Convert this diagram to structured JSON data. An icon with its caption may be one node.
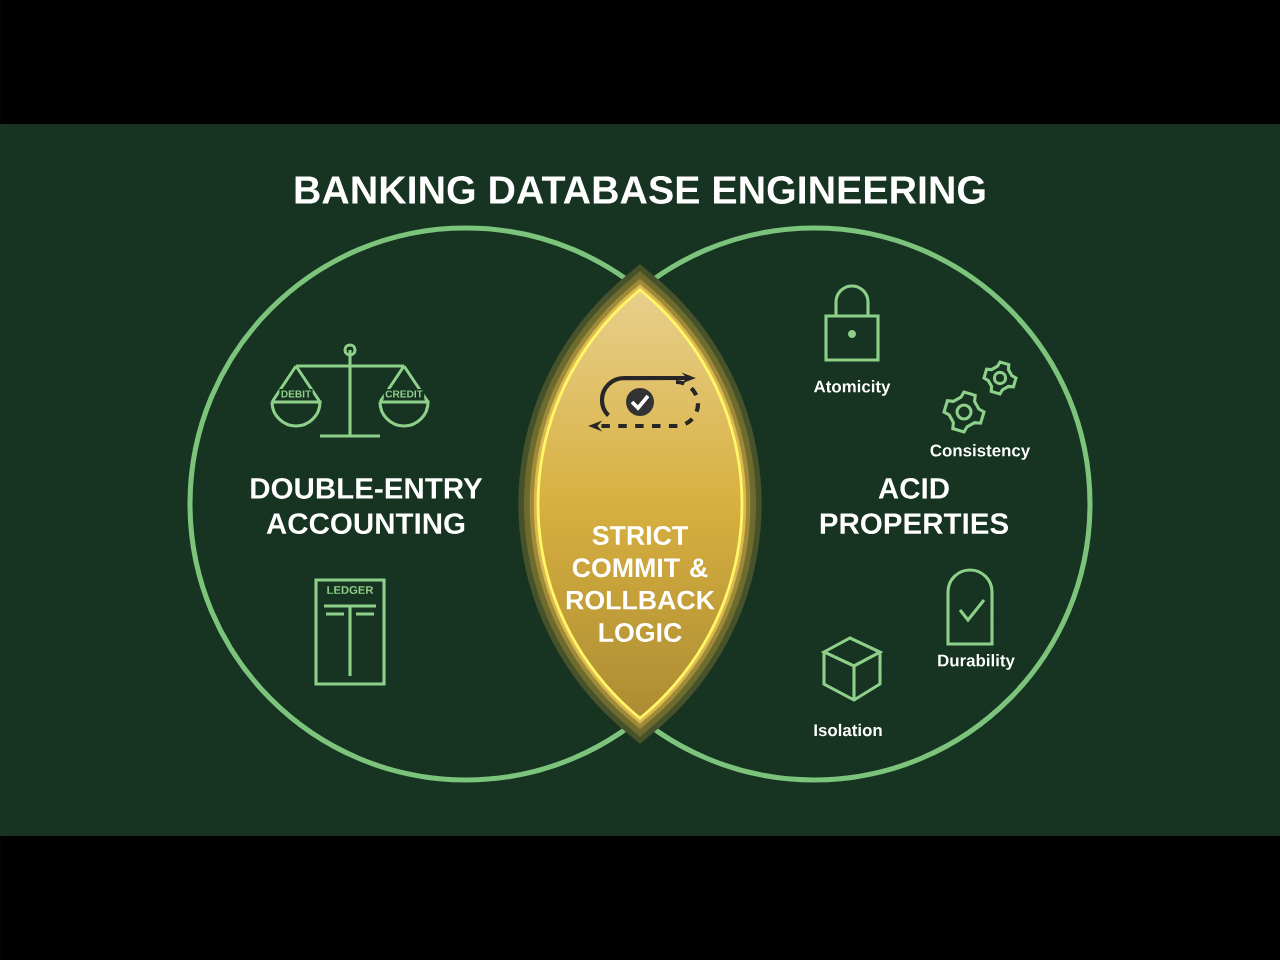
{
  "diagram": {
    "title": "BANKING DATABASE ENGINEERING",
    "nodes": [
      {
        "text": [
          "DOUBLE-ENTRY ACCOUNTING"
        ]
      },
      {
        "text": [
          "ACID PROPERTIES"
        ]
      },
      {
        "text": [
          "STRICT COMMIT & ROLLBACK LOGIC"
        ]
      }
    ],
    "edges": [],
    "labels": [
      "DEBIT",
      "CREDIT",
      "Atomicity",
      "Consistency",
      "LEDGER",
      "Durability",
      "Isolation"
    ]
  }
}
